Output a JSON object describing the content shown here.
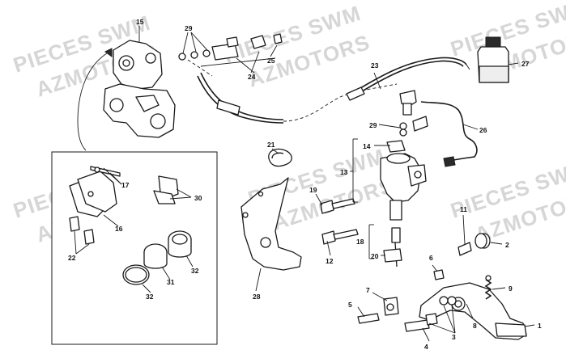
{
  "watermark": {
    "line1": "PIECES SWM",
    "line2": "AZMOTORS"
  },
  "part_numbers": {
    "p1": "1",
    "p2": "2",
    "p3": "3",
    "p4": "4",
    "p5": "5",
    "p6": "6",
    "p7": "7",
    "p8": "8",
    "p9": "9",
    "p11": "11",
    "p12": "12",
    "p13": "13",
    "p14": "14",
    "p15": "15",
    "p16": "16",
    "p17": "17",
    "p18": "18",
    "p19": "19",
    "p20": "20",
    "p21": "21",
    "p22": "22",
    "p23": "23",
    "p24": "24",
    "p25": "25",
    "p26": "26",
    "p27": "27",
    "p28": "28",
    "p29a": "29",
    "p29b": "29",
    "p30": "30",
    "p31": "31",
    "p32a": "32",
    "p32b": "32"
  },
  "colors": {
    "line": "#1a1a1a",
    "watermark": "#d6d6d6",
    "background": "#ffffff"
  }
}
